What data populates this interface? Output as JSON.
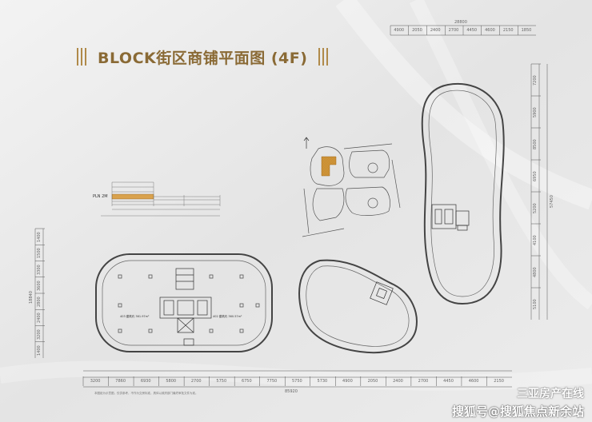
{
  "title": "BLOCK街区商铺平面图 (4F)",
  "footnote": "本图纸为示意图，仅供参考，不作为交房标准，具体以政府部门最终审批文件为准。",
  "watermark": {
    "line1": "三亚房产在线",
    "line2": "搜狐号@搜狐焦点新余站"
  },
  "units": [
    {
      "label": "403 建筑约 361.97m²"
    },
    {
      "label": "402 建筑约 360.57m²"
    }
  ],
  "small_plan_label": "PLN 2M",
  "dims": {
    "bottom_overall": "85920",
    "bottom": [
      "3200",
      "7860",
      "6930",
      "5800",
      "2700",
      "5750",
      "6750",
      "7750",
      "5750",
      "5730",
      "4900",
      "2050",
      "2400",
      "2700",
      "4450",
      "4600",
      "2150"
    ],
    "top_overall": "28800",
    "top": [
      "4900",
      "2050",
      "2400",
      "2700",
      "4450",
      "4600",
      "2150",
      "1850"
    ],
    "left_overall": "18840",
    "left": [
      "1400",
      "1500",
      "3300",
      "3600",
      "2800",
      "2400",
      "3200",
      "1400"
    ],
    "right_overall": "57450",
    "right": [
      "7200",
      "5900",
      "8500",
      "6950",
      "5200",
      "4100",
      "4800",
      "5100"
    ]
  },
  "colors": {
    "title": "#8a6a35",
    "deco": "#b08a4a",
    "highlight": "#d79b3c",
    "line": "#444444"
  }
}
